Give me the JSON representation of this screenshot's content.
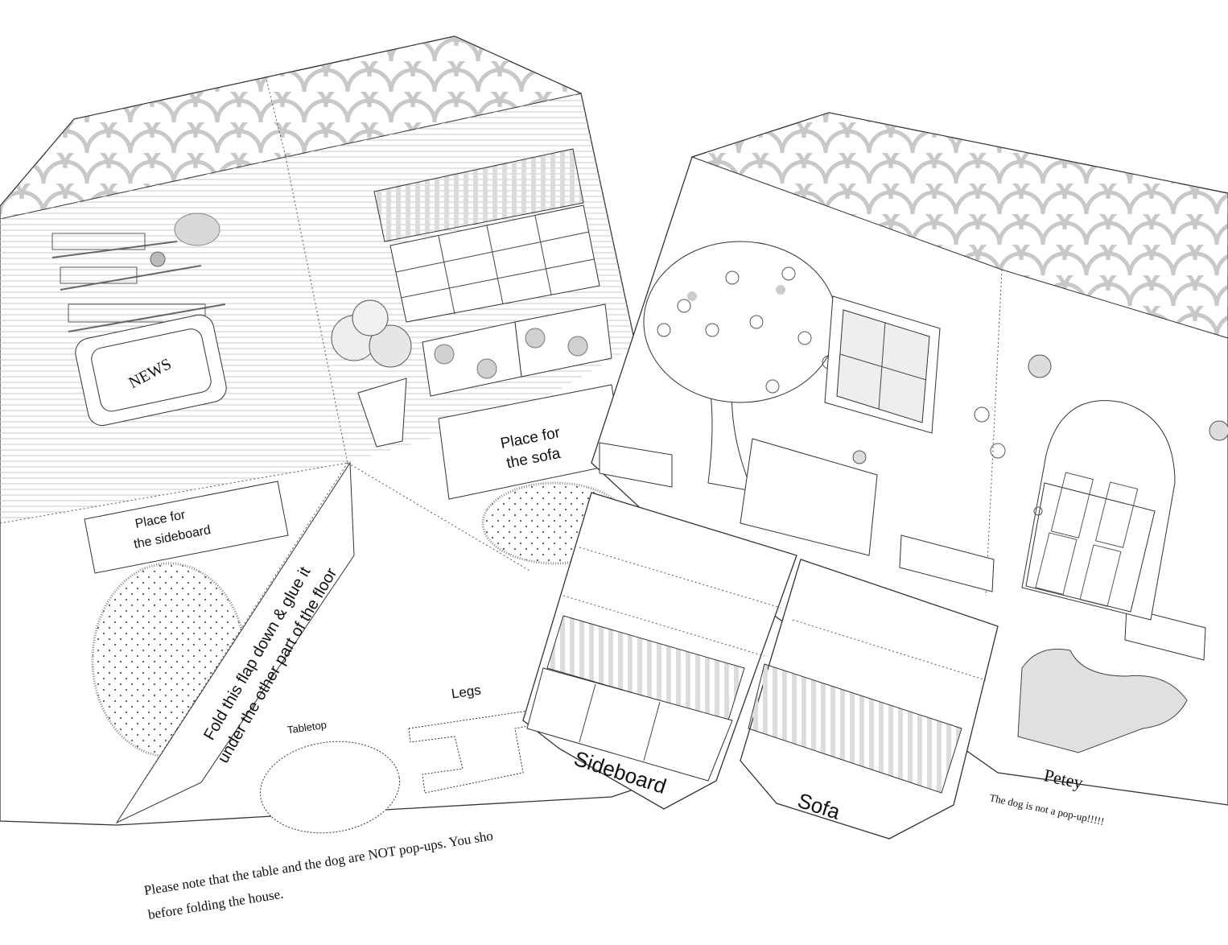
{
  "labels": {
    "place_sideboard_line1": "Place for",
    "place_sideboard_line2": "the sideboard",
    "place_sofa_line1": "Place for",
    "place_sofa_line2": "the sofa",
    "fold_line1": "Fold this flap down & glue it",
    "fold_line2": "under the other part of the floor",
    "tabletop": "Tabletop",
    "legs": "Legs",
    "sideboard": "Sideboard",
    "sofa": "Sofa",
    "petey": "Petey",
    "dog_note": "The dog is not a pop-up!!!!!",
    "news": "NEWS",
    "note_line1": "Please note that the table and the dog are NOT pop-ups. You sho",
    "note_line2": "before folding the house."
  },
  "colors": {
    "line": "#333333",
    "roof_scale": "#c8c8c8",
    "shade": "#e6e6e6",
    "paper": "#ffffff"
  },
  "icons": [
    "apple-tree-icon",
    "bird-icon",
    "butterfly-icon",
    "flower-fence-icon",
    "potted-plant-icon",
    "dog-icon",
    "muffin-lamp-icon",
    "rose-icon",
    "teddy-bear-icon"
  ]
}
